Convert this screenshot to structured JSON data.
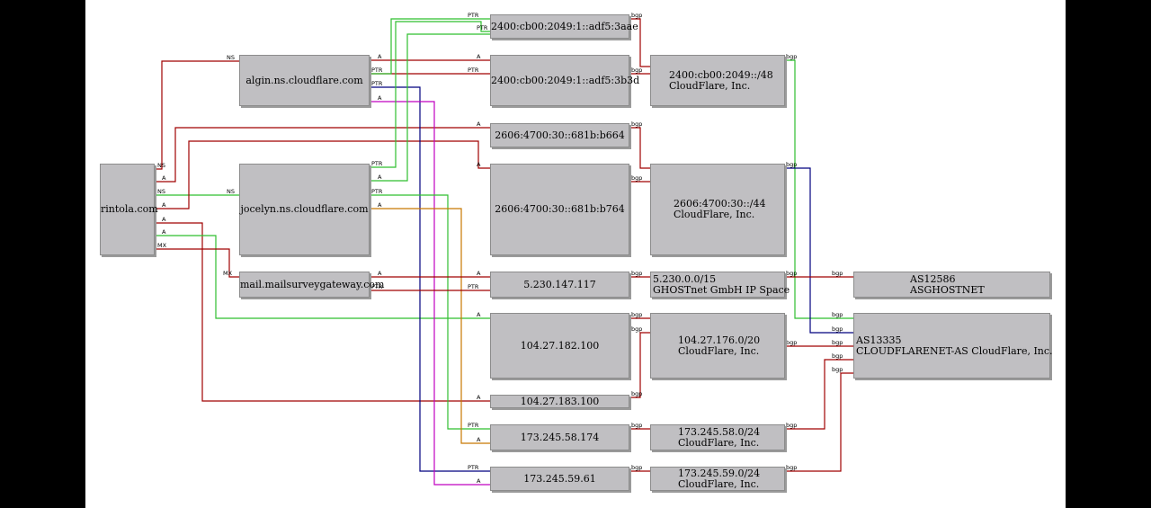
{
  "nodes": {
    "domain": "rintola.com",
    "ns1": "algin.ns.cloudflare.com",
    "ns2": "jocelyn.ns.cloudflare.com",
    "mx": "mail.mailsurveygateway.com",
    "ip_2400_3aae": "2400:cb00:2049:1::adf5:3aae",
    "ip_2400_3b3d": "2400:cb00:2049:1::adf5:3b3d",
    "ip_2606_b664": "2606:4700:30::681b:b664",
    "ip_2606_b764": "2606:4700:30::681b:b764",
    "ip_5230": "5.230.147.117",
    "ip_104_182": "104.27.182.100",
    "ip_104_183": "104.27.183.100",
    "ip_173_58": "173.245.58.174",
    "ip_173_59": "173.245.59.61",
    "net_2400": {
      "line1": "2400:cb00:2049::/48",
      "line2": "CloudFlare, Inc."
    },
    "net_2606": {
      "line1": "2606:4700:30::/44",
      "line2": "CloudFlare, Inc."
    },
    "net_5230": {
      "line1": "5.230.0.0/15",
      "line2": "GHOSTnet GmbH IP Space"
    },
    "net_104": {
      "line1": "104.27.176.0/20",
      "line2": "CloudFlare, Inc."
    },
    "net_173_58": {
      "line1": "173.245.58.0/24",
      "line2": "CloudFlare, Inc."
    },
    "net_173_59": {
      "line1": "173.245.59.0/24",
      "line2": "CloudFlare, Inc."
    },
    "as12586": {
      "line1": "AS12586",
      "line2": "ASGHOSTNET"
    },
    "as13335": {
      "line1": "AS13335",
      "line2": "CLOUDFLARENET-AS CloudFlare, Inc."
    }
  },
  "edge_labels": {
    "ns": "NS",
    "a": "A",
    "mx": "MX",
    "ptr": "PTR",
    "bgp": "bgp"
  },
  "colors": {
    "red": "#a00000",
    "green": "#2fbf2f",
    "navy": "#00007f",
    "magenta": "#c000c0",
    "orange": "#c87800"
  }
}
